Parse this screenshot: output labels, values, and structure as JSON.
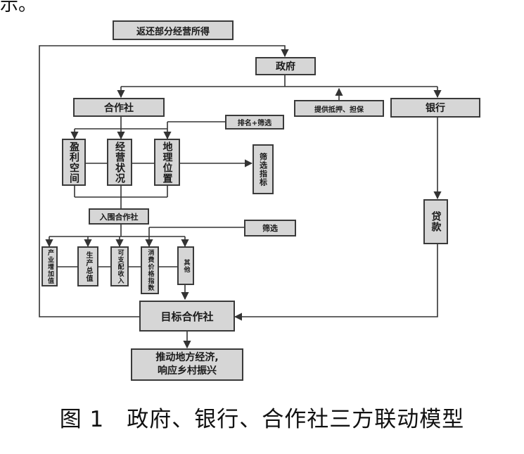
{
  "top_fragment": "示。",
  "nodes": {
    "return_profit": "返还部分经营所得",
    "government": "政府",
    "cooperative": "合作社",
    "collateral": "提供抵押、担保",
    "bank": "银行",
    "rank_filter": "排名+筛选",
    "profit_space": "盈利空间",
    "operation_status": "经营状况",
    "geo_location": "地理位置",
    "filter_indicator": "筛选指标",
    "shortlisted": "入围合作社",
    "filter": "筛选",
    "industry_value_added": "产业增加值",
    "total_output": "生产总值",
    "disposable_income": "可支配收入",
    "cpi": "消费价格指数",
    "other": "其他",
    "target_coop": "目标合作社",
    "outcome_line1": "推动地方经济,",
    "outcome_line2": "响应乡村振兴",
    "loan": "贷款"
  },
  "caption": "图 1　政府、银行、合作社三方联动模型"
}
